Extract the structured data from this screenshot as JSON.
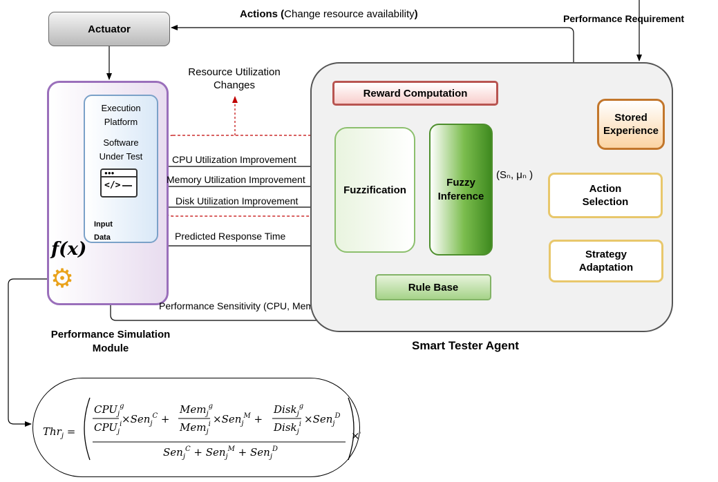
{
  "actuator": {
    "label": "Actuator"
  },
  "actions": {
    "bold": "Actions (",
    "normal": "Change resource availability",
    "close": ")"
  },
  "performance_requirement": "Performance Requirement",
  "resource_changes": {
    "line1": "Resource Utilization",
    "line2": "Changes"
  },
  "psm": {
    "execution": {
      "line1": "Execution",
      "line2": "Platform",
      "line3": "Software",
      "line4": "Under Test"
    },
    "input_data": {
      "line1": "Input",
      "line2": "Data"
    },
    "fx_symbol": "f(x)",
    "icons": [
      "code-window-icon",
      "gear-icon"
    ],
    "title_line1": "Performance Simulation",
    "title_line2": "Module"
  },
  "signals": {
    "cpu": "CPU Utilization Improvement",
    "memory": "Memory Utilization Improvement",
    "disk": "Disk Utilization Improvement",
    "response": "Predicted Response Time",
    "sensitivity": "Performance Sensitivity (CPU, Mem, Disk)"
  },
  "agent": {
    "title": "Smart Tester Agent",
    "reward": "Reward Computation",
    "fuzzification": "Fuzzification",
    "fuzzy_inference": {
      "line1": "Fuzzy",
      "line2": "Inference"
    },
    "rule_base": "Rule Base",
    "stored_experience": {
      "line1": "Stored",
      "line2": "Experience"
    },
    "action_selection": {
      "line1": "Action",
      "line2": "Selection"
    },
    "strategy_adaptation": {
      "line1": "Strategy",
      "line2": "Adaptation"
    },
    "state_label": "(Sₙ, μₙ )"
  },
  "colors": {
    "psm_border": "#9a6fbb",
    "reward_border": "#b85450",
    "fuzzy_green": "#4e8f2d",
    "stored_border": "#c2762b",
    "action_border": "#e8c76b",
    "dashed_red": "#c00000"
  }
}
